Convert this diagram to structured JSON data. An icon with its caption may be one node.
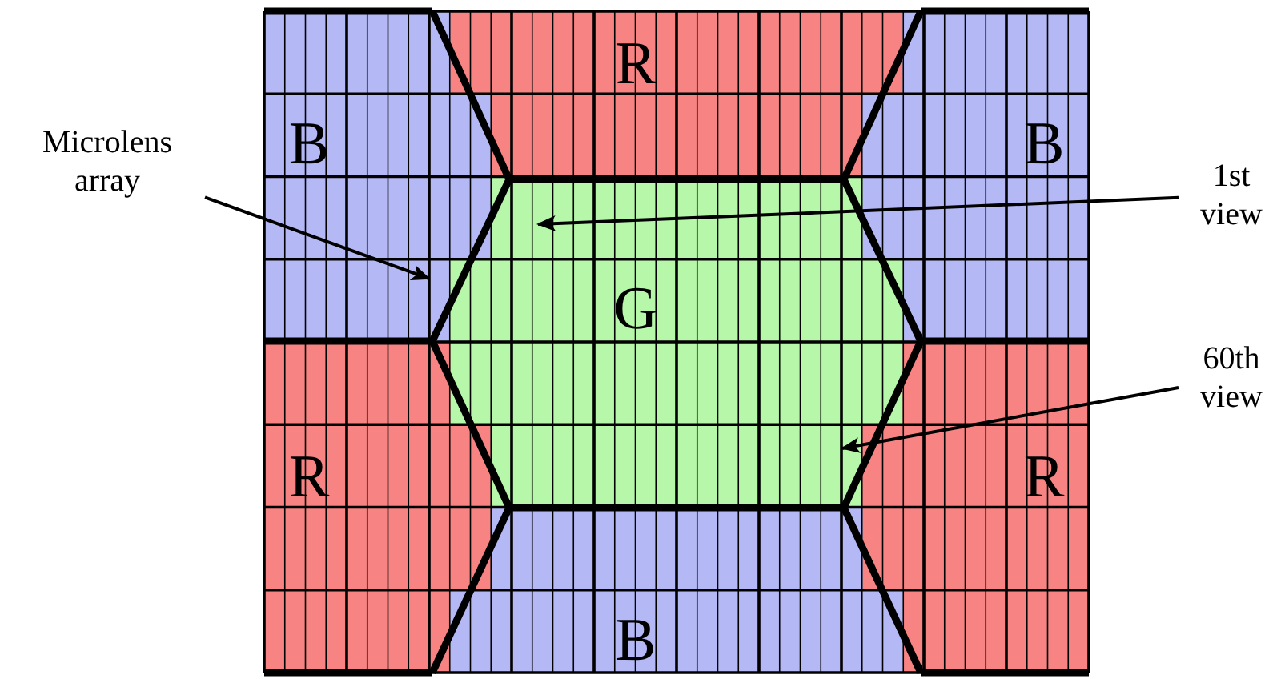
{
  "diagram": {
    "nodes": [
      {
        "text": [
          "R"
        ]
      },
      {
        "text": [
          "B"
        ]
      },
      {
        "text": [
          "B"
        ]
      },
      {
        "text": [
          "G"
        ]
      },
      {
        "text": [
          "R"
        ]
      },
      {
        "text": [
          "R"
        ]
      },
      {
        "text": [
          "B"
        ]
      },
      {
        "text": [
          "Microlens array"
        ]
      },
      {
        "text": [
          "1st view"
        ]
      },
      {
        "text": [
          "60th view"
        ]
      }
    ],
    "edges": [
      {
        "from": 7,
        "to": 1,
        "arrow": "to"
      },
      {
        "from": 8,
        "to": 3,
        "arrow": "to"
      },
      {
        "from": 9,
        "to": 5,
        "arrow": "to"
      }
    ]
  }
}
